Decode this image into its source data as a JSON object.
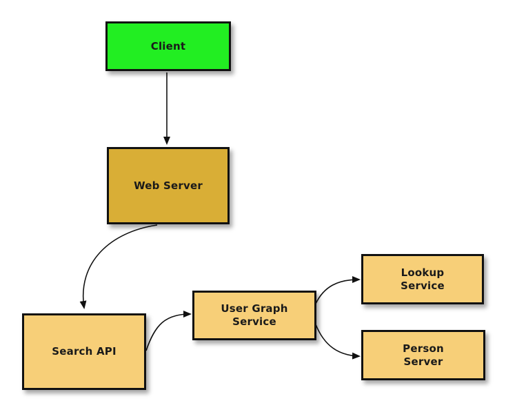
{
  "diagram": {
    "nodes": {
      "client": {
        "label": "Client",
        "fill": "#22ee22"
      },
      "web_server": {
        "label": "Web Server",
        "fill": "#d9ae36"
      },
      "search_api": {
        "label": "Search API",
        "fill": "#f7cf78"
      },
      "user_graph_service": {
        "label": "User Graph\nService",
        "fill": "#f7cf78"
      },
      "lookup_service": {
        "label": "Lookup\nService",
        "fill": "#f7cf78"
      },
      "person_server": {
        "label": "Person\nServer",
        "fill": "#f7cf78"
      }
    },
    "edges": [
      {
        "from": "Client",
        "to": "Web Server"
      },
      {
        "from": "Web Server",
        "to": "Search API"
      },
      {
        "from": "Search API",
        "to": "User Graph Service"
      },
      {
        "from": "User Graph Service",
        "to": "Lookup Service"
      },
      {
        "from": "User Graph Service",
        "to": "Person Server"
      }
    ],
    "colors": {
      "border": "#111111",
      "arrow": "#111111"
    }
  }
}
